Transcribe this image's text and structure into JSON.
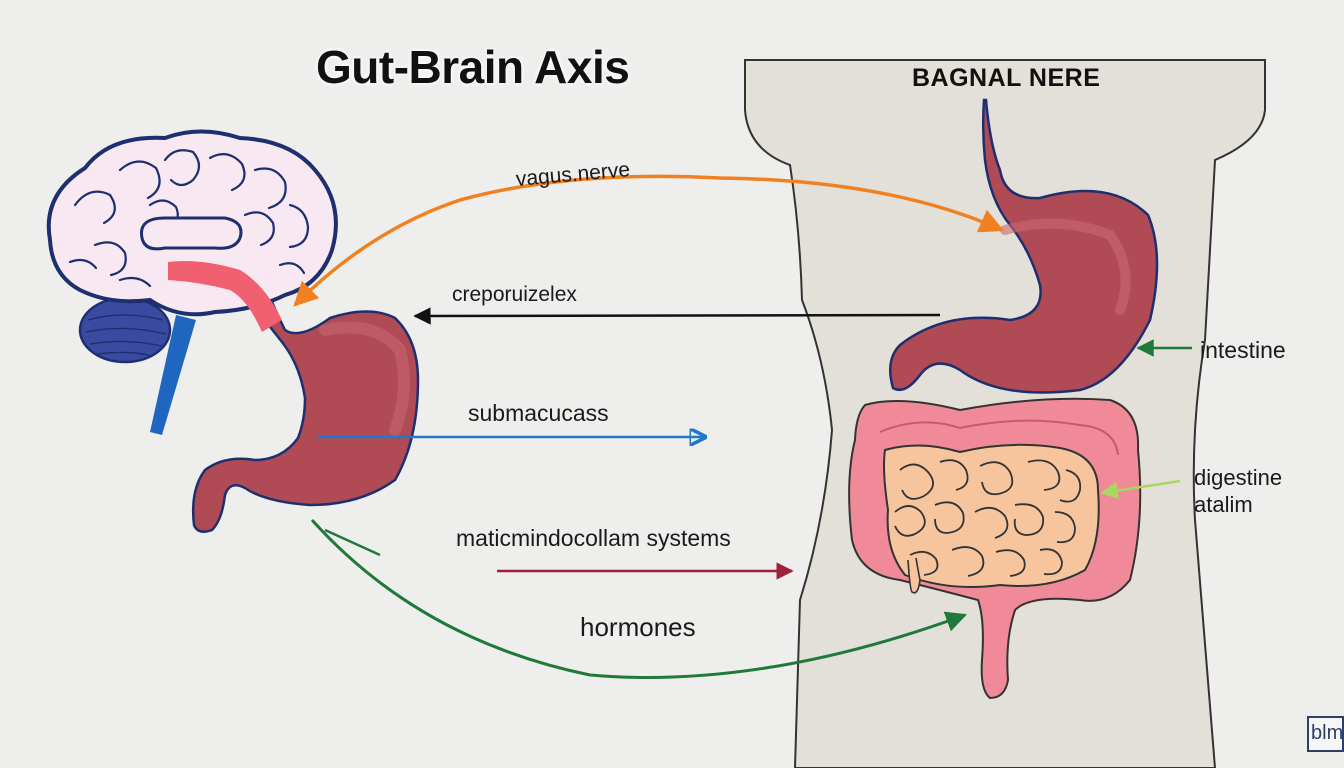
{
  "title": "Gut-Brain Axis",
  "subtitle": "BAGNAL NERE",
  "labels": {
    "vagus": "vagus.nerve",
    "creporuizelex": "creporuizelex",
    "submacucass": "submacucass",
    "maticmindo": "maticmindocollam systems",
    "hormones": "hormones",
    "intestine": "intestine",
    "digestine": "digestine",
    "atalim": "atalim"
  },
  "watermark": "blm",
  "colors": {
    "background": "#eeeeec",
    "body_fill": "#e3e0da",
    "brain_fill": "#f7e8f2",
    "brain_outline": "#1e2f70",
    "stomach": "#b04a54",
    "intestine_large": "#f08a98",
    "intestine_small": "#f6c59e",
    "arrow_orange": "#f08020",
    "arrow_black": "#111111",
    "arrow_blue": "#1f78c8",
    "arrow_crimson": "#a0203a",
    "arrow_green": "#1f7a3a",
    "arrow_lightgreen": "#a8d860"
  }
}
